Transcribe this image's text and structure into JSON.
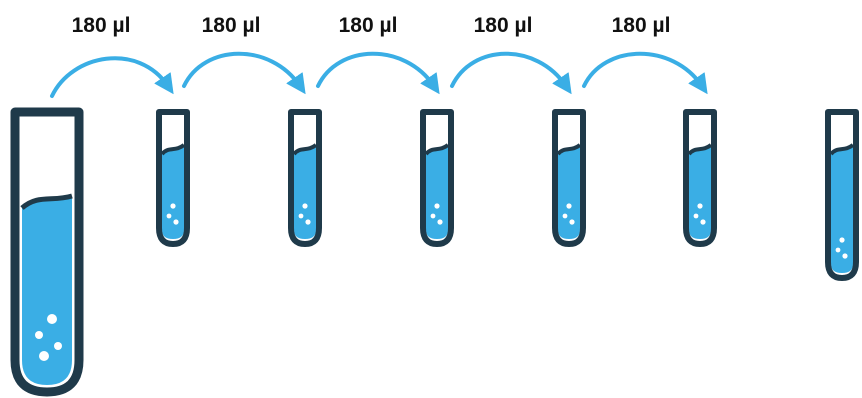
{
  "transfers": [
    {
      "volume_label": "180 µl"
    },
    {
      "volume_label": "180 µl"
    },
    {
      "volume_label": "180 µl"
    },
    {
      "volume_label": "180 µl"
    },
    {
      "volume_label": "180 µl"
    }
  ],
  "tubes": [
    {
      "role": "stock",
      "kind": "large"
    },
    {
      "role": "dilution-1",
      "kind": "small"
    },
    {
      "role": "dilution-2",
      "kind": "small"
    },
    {
      "role": "dilution-3",
      "kind": "small"
    },
    {
      "role": "dilution-4",
      "kind": "small"
    },
    {
      "role": "dilution-5",
      "kind": "small"
    },
    {
      "role": "dilution-6",
      "kind": "small"
    }
  ],
  "colors": {
    "tube_outline": "#1f3a4a",
    "liquid": "#3aaee5",
    "arrow": "#3aaee5",
    "label": "#111111",
    "bubble": "#ffffff"
  }
}
